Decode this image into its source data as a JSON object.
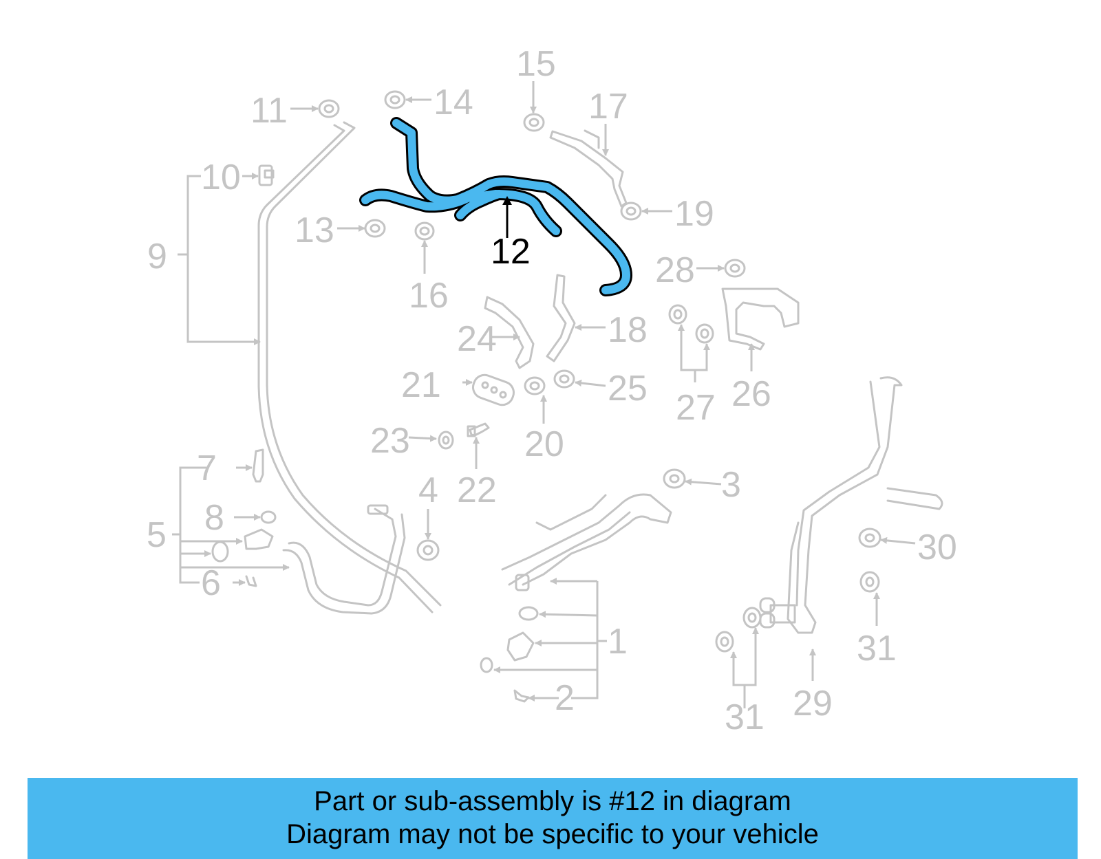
{
  "colors": {
    "highlight": "#4ab8ef",
    "banner_background": "#4ab8ef",
    "inactive_parts": "#c4c4c4",
    "active_label": "#000000"
  },
  "highlighted_part": "12",
  "labels": {
    "l1": "1",
    "l2": "2",
    "l3": "3",
    "l4": "4",
    "l5": "5",
    "l6": "6",
    "l7": "7",
    "l8": "8",
    "l9": "9",
    "l10": "10",
    "l11": "11",
    "l12": "12",
    "l13": "13",
    "l14": "14",
    "l15": "15",
    "l16": "16",
    "l17": "17",
    "l18": "18",
    "l19": "19",
    "l20": "20",
    "l21": "21",
    "l22": "22",
    "l23": "23",
    "l24": "24",
    "l25": "25",
    "l26": "26",
    "l27": "27",
    "l28": "28",
    "l29": "29",
    "l30": "30",
    "l31a": "31",
    "l31b": "31"
  },
  "banner": {
    "line1": "Part or sub-assembly is #12 in diagram",
    "line2": "Diagram may not be specific to your vehicle"
  }
}
